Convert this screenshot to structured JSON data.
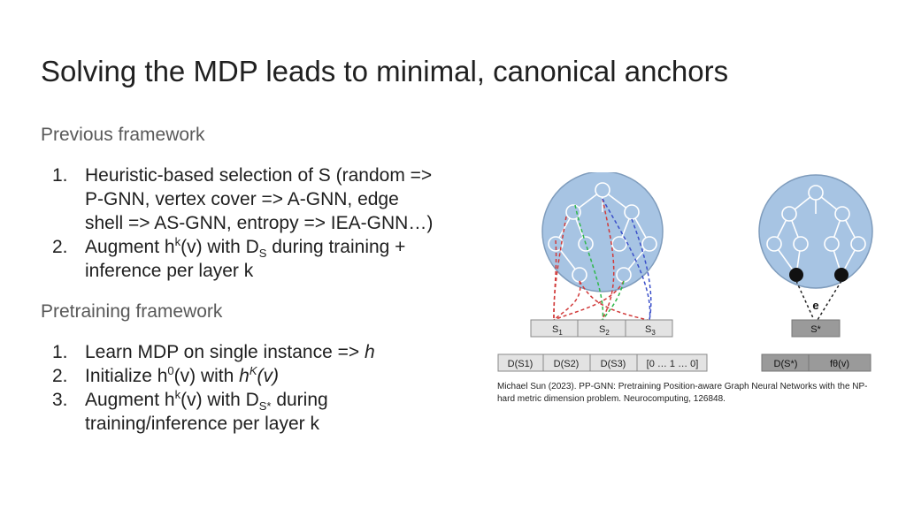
{
  "slide": {
    "title": "Solving the MDP leads to minimal, canonical anchors",
    "previous": {
      "heading": "Previous framework",
      "items": [
        {
          "num": "1.",
          "lines": [
            "Heuristic-based selection of S (random =>",
            "P-GNN, vertex cover => A-GNN, edge",
            "shell => AS-GNN, entropy => IEA-GNN…)"
          ]
        },
        {
          "num": "2.",
          "pre": "Augment h",
          "sup": "k",
          "mid": "(v) with D",
          "sub": "S",
          "post": " during training +",
          "line2": "inference per layer k"
        }
      ]
    },
    "pretraining": {
      "heading": "Pretraining framework",
      "items": [
        {
          "num": "1.",
          "pre": "Learn MDP on single instance => ",
          "em": "h"
        },
        {
          "num": "2.",
          "pre": "Initialize h",
          "sup": "0",
          "mid": "(v) with ",
          "em": "h",
          "emsup": "K",
          "emtail": "(v)"
        },
        {
          "num": "3.",
          "pre": "Augment h",
          "sup": "k",
          "mid": "(v) with D",
          "sub": "S*",
          "post": " during",
          "line2": "training/inference per layer k"
        }
      ]
    },
    "citation": "Michael Sun (2023). PP-GNN: Pretraining Position-aware Graph Neural Networks with the NP-hard metric dimension problem. Neurocomputing, 126848."
  },
  "diagram": {
    "left": {
      "anchors": [
        "S1",
        "S2",
        "S3"
      ],
      "anchor_main": "S",
      "anchor_subs": [
        "1",
        "2",
        "3"
      ],
      "features": [
        "D(S1)",
        "D(S2)",
        "D(S3)",
        "[0 … 1 … 0]"
      ]
    },
    "right": {
      "edge_label": "e",
      "anchor": "S*",
      "features": [
        "D(S*)",
        "fθ(v)"
      ]
    },
    "colors": {
      "circle_fill": "#a7c4e3",
      "circle_stroke": "#7f9cbc",
      "red": "#d13a3a",
      "green": "#2fb84a",
      "blue": "#3a4fc9",
      "box_light": "#e3e3e3",
      "box_dark": "#9a9a9a"
    }
  }
}
